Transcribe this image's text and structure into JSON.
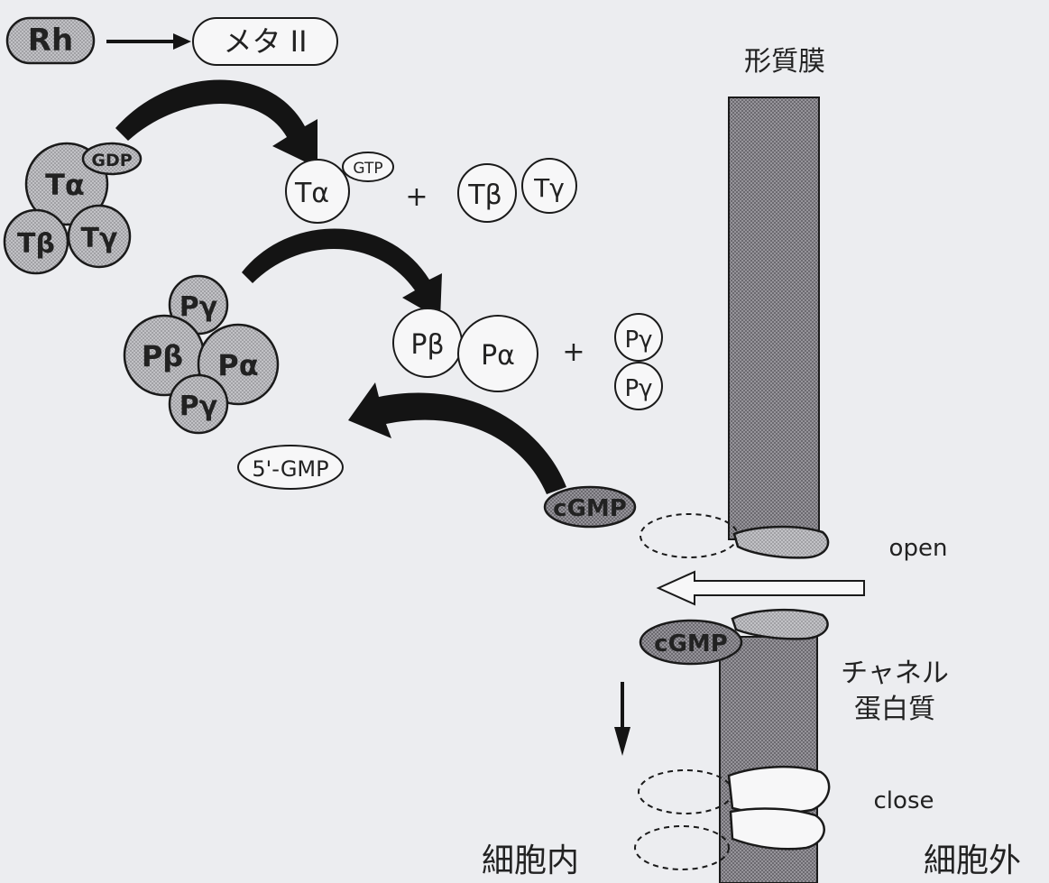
{
  "labels": {
    "rh": "Rh",
    "meta2": "メタ II",
    "gdp": "GDP",
    "gtp": "GTP",
    "t_alpha_bound": "Tα",
    "t_beta_bound": "Tβ",
    "t_gamma_bound": "Tγ",
    "t_alpha_free": "Tα",
    "plus_1": "+",
    "t_beta_free": "Tβ",
    "t_gamma_free": "Tγ",
    "p_gamma_top": "Pγ",
    "p_beta_bound": "Pβ",
    "p_alpha_bound": "Pα",
    "p_gamma_bottom": "Pγ",
    "p_beta_free": "Pβ",
    "p_alpha_free": "Pα",
    "plus_2": "+",
    "p_gamma_free_1": "Pγ",
    "p_gamma_free_2": "Pγ",
    "gmp_5": "5'-GMP",
    "cgmp_1": "cGMP",
    "cgmp_2": "cGMP",
    "plasma_membrane": "形質膜",
    "open": "open",
    "channel_protein_1": "チャネル",
    "channel_protein_2": "蛋白質",
    "close": "close",
    "intracellular": "細胞内",
    "extracellular": "細胞外"
  },
  "colors": {
    "background": "#ecedf0",
    "shaded": "#b9b9bd",
    "membrane": "#8d8b90",
    "stroke": "#1a1a1a",
    "arrow": "#141414"
  }
}
